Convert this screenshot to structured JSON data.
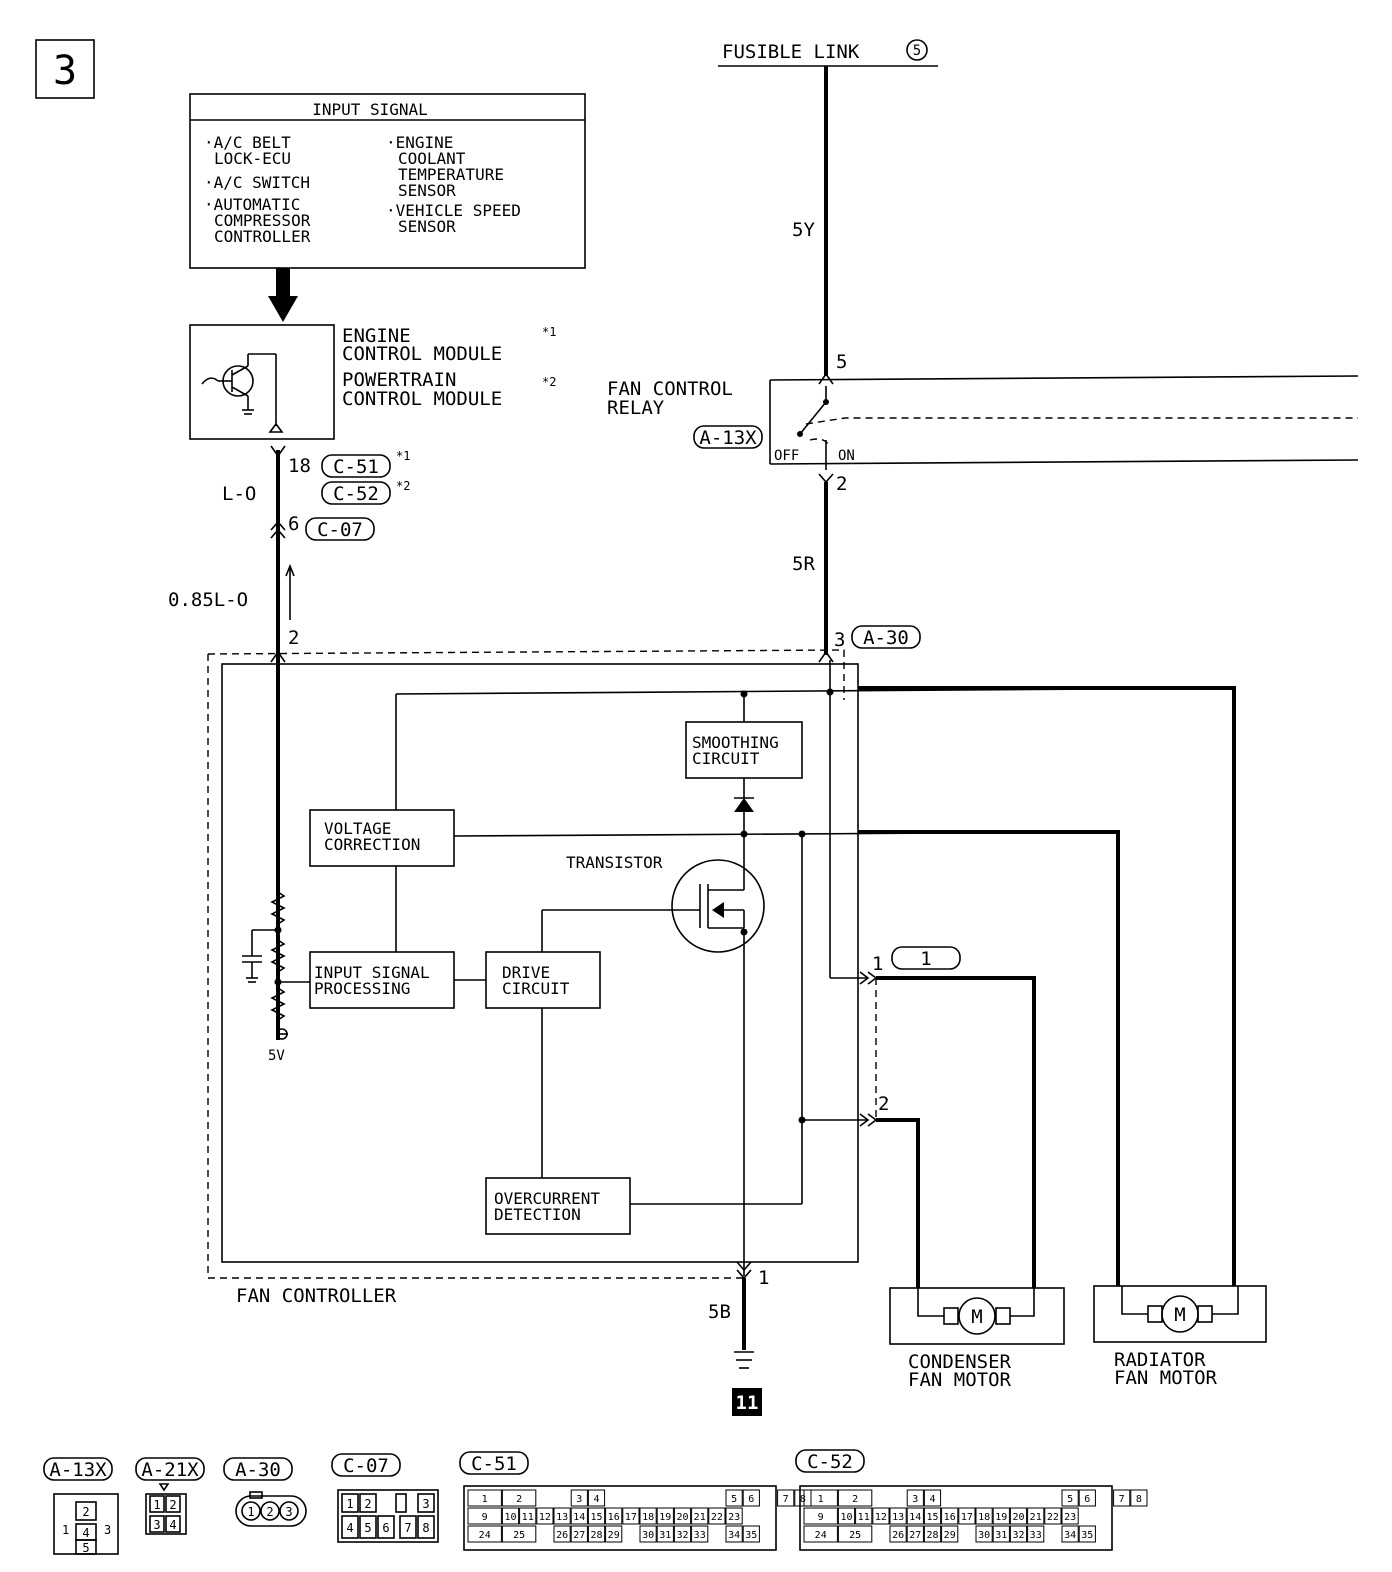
{
  "page_number": "3",
  "power_source": {
    "label": "FUSIBLE LINK",
    "number": "5"
  },
  "input_signal": {
    "title": "INPUT SIGNAL",
    "items_left": [
      "·A/C BELT",
      "LOCK-ECU",
      "·A/C SWITCH",
      "·AUTOMATIC",
      "COMPRESSOR",
      "CONTROLLER"
    ],
    "items_right": [
      "·ENGINE",
      "COOLANT",
      "TEMPERATURE",
      "SENSOR",
      "·VEHICLE SPEED",
      "SENSOR"
    ]
  },
  "ecm": {
    "line1": "ENGINE",
    "line2": "CONTROL MODULE",
    "note1": "*1",
    "line3": "POWERTRAIN",
    "line4": "CONTROL MODULE",
    "note2": "*2"
  },
  "relay": {
    "line1": "FAN CONTROL",
    "line2": "RELAY",
    "connector": "A-13X",
    "off": "OFF",
    "on": "ON",
    "pin_top": "5",
    "pin_bottom": "2"
  },
  "wires": {
    "w5y": "5Y",
    "w5r": "5R",
    "wlo": "L-O",
    "w085": "0.85L-O",
    "w5b": "5B"
  },
  "connectors_left": {
    "pin18": "18",
    "c51": "C-51",
    "n1": "*1",
    "c52": "C-52",
    "n2": "*2",
    "pin6": "6",
    "c07": "C-07",
    "pin2": "2"
  },
  "a30": {
    "pin": "3",
    "label": "A-30"
  },
  "fan_controller": {
    "label": "FAN CONTROLLER",
    "smoothing": [
      "SMOOTHING",
      "CIRCUIT"
    ],
    "voltage": [
      "VOLTAGE",
      "CORRECTION"
    ],
    "transistor": "TRANSISTOR",
    "input_proc": [
      "INPUT SIGNAL",
      "PROCESSING"
    ],
    "drive": [
      "DRIVE",
      "CIRCUIT"
    ],
    "overcurrent": [
      "OVERCURRENT",
      "DETECTION"
    ],
    "v5": "5V",
    "pin_gnd": "1"
  },
  "junction": {
    "pin1": "1",
    "tag": "1",
    "pin2": "2"
  },
  "motors": {
    "condenser": [
      "CONDENSER",
      "FAN MOTOR"
    ],
    "radiator": [
      "RADIATOR",
      "FAN MOTOR"
    ],
    "symbol": "M"
  },
  "ground": "11",
  "connector_views": {
    "a13x": {
      "label": "A-13X",
      "pins": [
        "1",
        "2",
        "3",
        "4",
        "5"
      ]
    },
    "a21x": {
      "label": "A-21X",
      "pins": [
        "1",
        "2",
        "3",
        "4"
      ]
    },
    "a30": {
      "label": "A-30",
      "pins": [
        "1",
        "2",
        "3"
      ]
    },
    "c07": {
      "label": "C-07",
      "pins": [
        "1",
        "2",
        "3",
        "4",
        "5",
        "6",
        "7",
        "8"
      ]
    },
    "c51": {
      "label": "C-51",
      "row1": [
        "1",
        "2",
        "3",
        "4",
        "5",
        "6",
        "7",
        "8"
      ],
      "row2": [
        "9",
        "10",
        "11",
        "12",
        "13",
        "14",
        "15",
        "16",
        "17",
        "18",
        "19",
        "20",
        "21",
        "22",
        "23"
      ],
      "row3": [
        "24",
        "25",
        "26",
        "27",
        "28",
        "29",
        "30",
        "31",
        "32",
        "33",
        "34",
        "35"
      ]
    },
    "c52": {
      "label": "C-52",
      "row1": [
        "1",
        "2",
        "3",
        "4",
        "5",
        "6",
        "7",
        "8"
      ],
      "row2": [
        "9",
        "10",
        "11",
        "12",
        "13",
        "14",
        "15",
        "16",
        "17",
        "18",
        "19",
        "20",
        "21",
        "22",
        "23"
      ],
      "row3": [
        "24",
        "25",
        "26",
        "27",
        "28",
        "29",
        "30",
        "31",
        "32",
        "33",
        "34",
        "35"
      ]
    }
  }
}
